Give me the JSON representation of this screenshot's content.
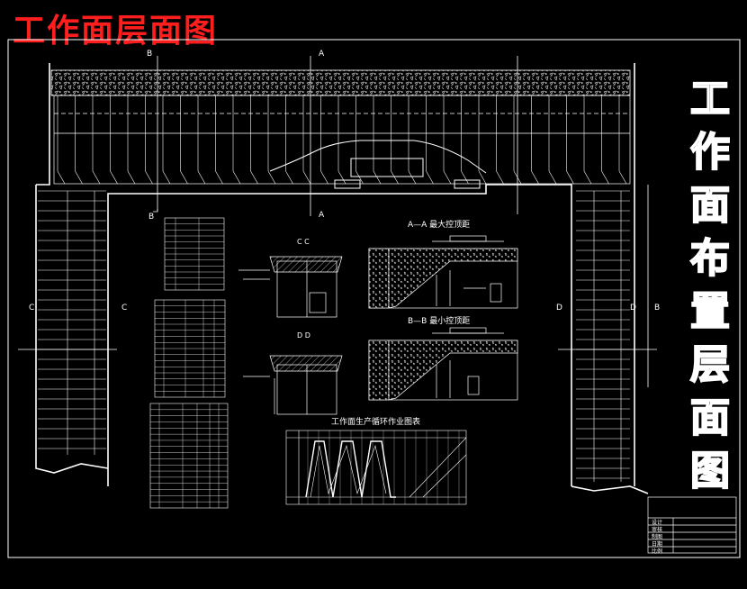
{
  "header": {
    "title_red": "工作面层面图",
    "title_vertical": "工作面布置层面图"
  },
  "drawing": {
    "section_markers": {
      "a_top": "A",
      "a_bottom": "A",
      "b_top": "B",
      "b_bottom": "B",
      "c_left": "C",
      "c_right": "C",
      "d_left": "D",
      "d_right": "D",
      "b_far_right": "B"
    },
    "section_aa_title": "A—A 最大控顶距",
    "section_bb_title": "B—B 最小控顶距",
    "cc_label": "C  C",
    "dd_label": "D  D",
    "cycle_chart_title": "工作面生产循环作业图表"
  },
  "title_block": {
    "rows": [
      "设计",
      "审核",
      "制图",
      "日期",
      "比例"
    ]
  },
  "colors": {
    "background": "#000000",
    "line": "#ffffff",
    "title_red": "#ff1e1e"
  }
}
